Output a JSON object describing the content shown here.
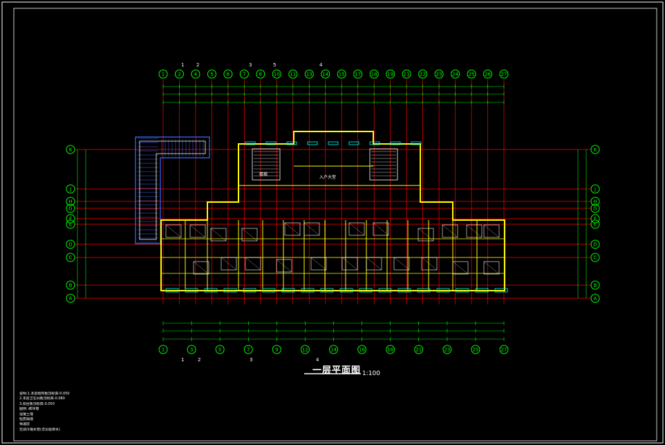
{
  "drawing": {
    "title": "一层平面图",
    "scale": "1:100",
    "colors": {
      "background": "#000000",
      "frame": "#ffffff",
      "axis_line": "#ff0000",
      "axis_bubble": "#00ff00",
      "dimension": "#00ff00",
      "wall": "#ffff00",
      "window": "#00ffff",
      "furniture": "#ffffff",
      "hatch": "#3b6cff"
    },
    "top_axes": [
      "1",
      "2",
      "4",
      "5",
      "6",
      "7",
      "8",
      "10",
      "11",
      "13",
      "14",
      "15",
      "17",
      "18",
      "19",
      "21",
      "22",
      "23",
      "24",
      "25",
      "26",
      "27"
    ],
    "bottom_axes": [
      "1",
      "3",
      "5",
      "7",
      "9",
      "12",
      "14",
      "16",
      "18",
      "21",
      "23",
      "25",
      "27"
    ],
    "section_marks_top": [
      "1",
      "2",
      "3",
      "5",
      "4"
    ],
    "section_marks_bottom": [
      "1",
      "2",
      "3",
      "4"
    ],
    "row_axes": [
      "K",
      "J",
      "H",
      "G",
      "F",
      "E",
      "D",
      "C",
      "B",
      "A"
    ],
    "labels": {
      "stair": "楼梯",
      "entry": "入户大堂"
    },
    "notes": [
      "说明:1.本层结构板顶标高-0.050",
      "   2.本层卫生间板顶标高-0.080",
      "   3.阳台板顶标高-0.050",
      "图例: 砌块墙",
      "   混凝土墙",
      "   轻质隔墙",
      "   保温层",
      "   空调冷凝水管(详见给排水)"
    ]
  }
}
